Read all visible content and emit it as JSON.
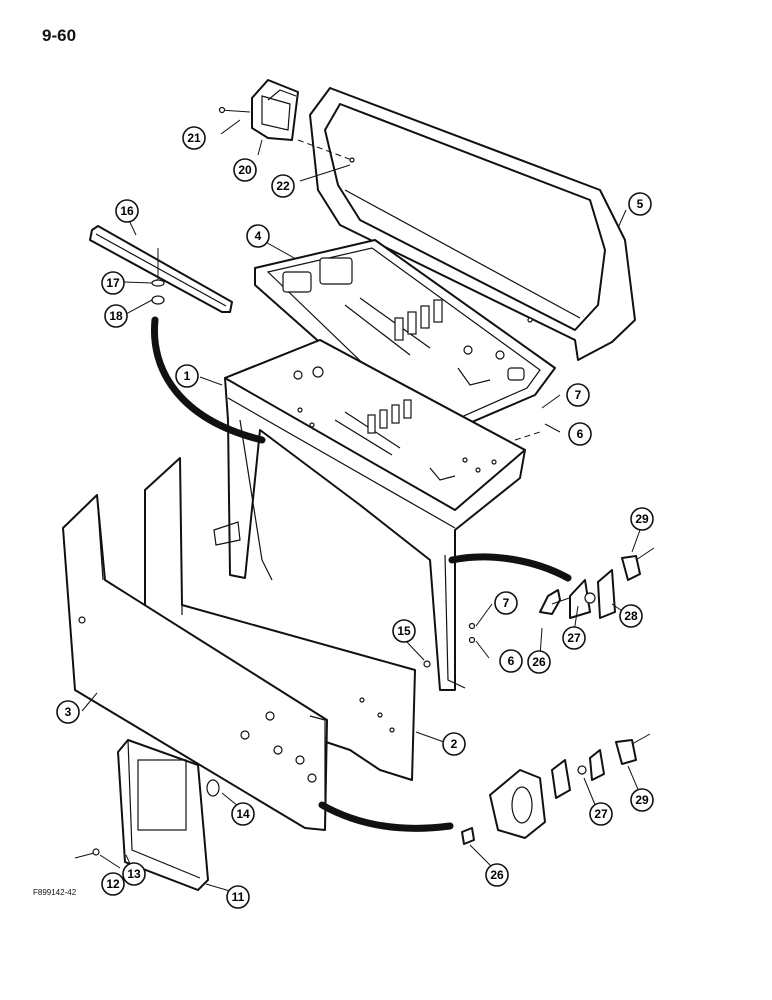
{
  "page": {
    "number": "9-60",
    "figure_code": "F899142-42"
  },
  "callouts": [
    {
      "id": "c1",
      "label": "1"
    },
    {
      "id": "c2",
      "label": "2"
    },
    {
      "id": "c3",
      "label": "3"
    },
    {
      "id": "c4",
      "label": "4"
    },
    {
      "id": "c5",
      "label": "5"
    },
    {
      "id": "c6a",
      "label": "6"
    },
    {
      "id": "c6b",
      "label": "6"
    },
    {
      "id": "c7a",
      "label": "7"
    },
    {
      "id": "c7b",
      "label": "7"
    },
    {
      "id": "c11",
      "label": "11"
    },
    {
      "id": "c12",
      "label": "12"
    },
    {
      "id": "c13",
      "label": "13"
    },
    {
      "id": "c14",
      "label": "14"
    },
    {
      "id": "c15",
      "label": "15"
    },
    {
      "id": "c16",
      "label": "16"
    },
    {
      "id": "c17",
      "label": "17"
    },
    {
      "id": "c18",
      "label": "18"
    },
    {
      "id": "c20",
      "label": "20"
    },
    {
      "id": "c21",
      "label": "21"
    },
    {
      "id": "c22",
      "label": "22"
    },
    {
      "id": "c26a",
      "label": "26"
    },
    {
      "id": "c26b",
      "label": "26"
    },
    {
      "id": "c27a",
      "label": "27"
    },
    {
      "id": "c27b",
      "label": "27"
    },
    {
      "id": "c28",
      "label": "28"
    },
    {
      "id": "c29a",
      "label": "29"
    },
    {
      "id": "c29b",
      "label": "29"
    }
  ]
}
